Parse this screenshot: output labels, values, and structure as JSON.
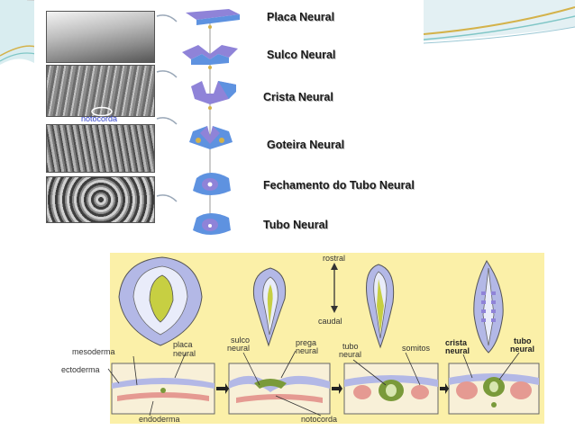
{
  "stages": [
    {
      "label": "Placa Neural"
    },
    {
      "label": "Sulco Neural"
    },
    {
      "label": "Crista Neural"
    },
    {
      "label": "Goteira Neural"
    },
    {
      "label": "Fechamento do Tubo Neural"
    },
    {
      "label": "Tubo Neural"
    }
  ],
  "micrographs": {
    "notocorda_label": "notocorda"
  },
  "embryo_diagram": {
    "rostral": "rostral",
    "caudal": "caudal",
    "placa_neural_1": "placa",
    "placa_neural_2": "neural",
    "sulco_neural_1": "sulco",
    "sulco_neural_2": "neural",
    "prega_neural_1": "prega",
    "prega_neural_2": "neural",
    "tubo_neural_a_1": "tubo",
    "tubo_neural_a_2": "neural",
    "somitos": "somitos",
    "crista_neural_1": "crista",
    "crista_neural_2": "neural",
    "tubo_neural_b_1": "tubo",
    "tubo_neural_b_2": "neural",
    "mesoderma": "mesoderma",
    "ectoderma": "ectoderma",
    "endoderma": "endoderma",
    "notocorda": "notocorda"
  },
  "colors": {
    "accent_teal": "#7fc6c6",
    "accent_gold": "#d4b24a",
    "panel_yellow": "#fbf0a8",
    "neural_purple": "#8f83d8",
    "neural_blue": "#5e92e0"
  }
}
